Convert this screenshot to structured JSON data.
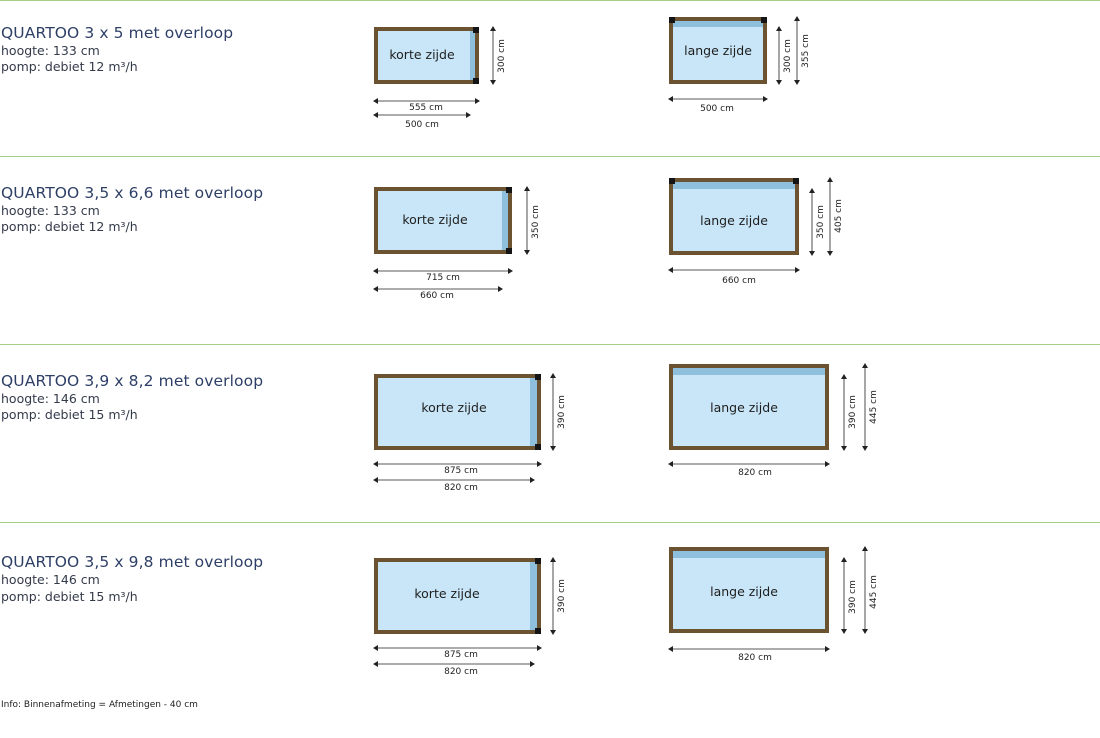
{
  "info": "Info: Binnenafmeting = Afmetingen - 40 cm",
  "colors": {
    "water": "#c8e6f7",
    "overflow_strip": "#8ebfdd",
    "frame": "#6b5230",
    "frame_post": "#151515",
    "divider": "#a6cf8a",
    "title": "#2e3f66"
  },
  "models": [
    {
      "title": "QUARTOO 3 x 5 met overloop",
      "height": "hoogte: 133 cm",
      "pump": "pomp: debiet 12 m³/h",
      "short_side": {
        "label": "korte zijde",
        "dim_outer": "555 cm",
        "dim_inner": "500 cm",
        "dim_side": "300 cm"
      },
      "long_side": {
        "label": "lange zijde",
        "dim_bottom": "500 cm",
        "dim_inner": "300 cm",
        "dim_outer": "355 cm"
      }
    },
    {
      "title": "QUARTOO 3,5 x 6,6 met overloop",
      "height": "hoogte: 133 cm",
      "pump": "pomp: debiet 12 m³/h",
      "short_side": {
        "label": "korte zijde",
        "dim_outer": "715 cm",
        "dim_inner": "660 cm",
        "dim_side": "350 cm"
      },
      "long_side": {
        "label": "lange zijde",
        "dim_bottom": "660 cm",
        "dim_inner": "350 cm",
        "dim_outer": "405 cm"
      }
    },
    {
      "title": "QUARTOO 3,9 x 8,2 met overloop",
      "height": "hoogte: 146 cm",
      "pump": "pomp: debiet 15 m³/h",
      "short_side": {
        "label": "korte zijde",
        "dim_outer": "875 cm",
        "dim_inner": "820 cm",
        "dim_side": "390 cm"
      },
      "long_side": {
        "label": "lange zijde",
        "dim_bottom": "820 cm",
        "dim_inner": "390 cm",
        "dim_outer": "445 cm"
      }
    },
    {
      "title": "QUARTOO 3,5 x 9,8 met overloop",
      "height": "hoogte: 146 cm",
      "pump": "pomp: debiet 15 m³/h",
      "short_side": {
        "label": "korte zijde",
        "dim_outer": "875 cm",
        "dim_inner": "820 cm",
        "dim_side": "390 cm"
      },
      "long_side": {
        "label": "lange zijde",
        "dim_bottom": "820 cm",
        "dim_inner": "390 cm",
        "dim_outer": "445 cm"
      }
    }
  ]
}
